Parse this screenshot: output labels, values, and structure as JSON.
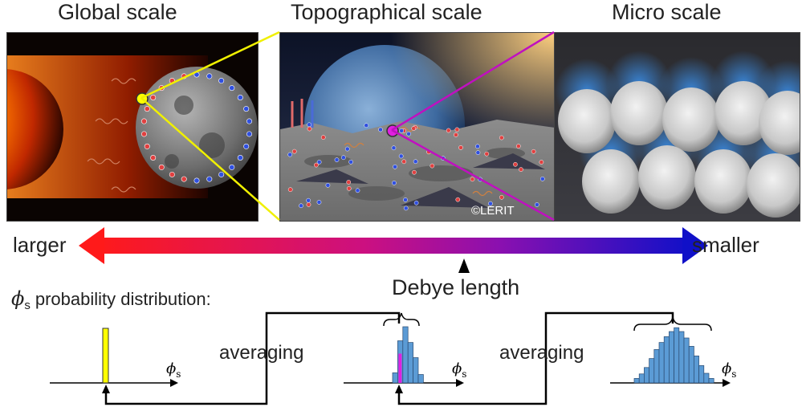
{
  "titles": {
    "global": "Global scale",
    "topographical": "Topographical scale",
    "micro": "Micro scale"
  },
  "panels": {
    "copyright": "©LERIT"
  },
  "scale_arrow": {
    "left_label": "larger",
    "right_label": "smaller",
    "marker_label": "Debye length",
    "colors": [
      "#ff1a1a",
      "#cc1080",
      "#8a10b0",
      "#1010c8"
    ]
  },
  "distribution": {
    "label_symbol": "ϕ",
    "label_sub": "s",
    "label_text": "probability distribution:",
    "averaging_label": "averaging",
    "axis_symbol": "ϕ",
    "axis_sub": "s",
    "highlight_global": "#ffff00",
    "highlight_topo": "#e020e0",
    "bar_fill": "#5b9bd5"
  },
  "chart_data": [
    {
      "type": "bar",
      "title": "",
      "values": [
        1
      ]
    },
    {
      "type": "bar",
      "title": "",
      "values": [
        0.18,
        0.75,
        1.0,
        0.72,
        0.45,
        0.15
      ]
    },
    {
      "type": "bar",
      "title": "",
      "values": [
        0.07,
        0.14,
        0.24,
        0.38,
        0.52,
        0.63,
        0.72,
        0.8,
        0.86,
        0.8,
        0.7,
        0.57,
        0.42,
        0.27,
        0.15,
        0.07
      ]
    }
  ]
}
